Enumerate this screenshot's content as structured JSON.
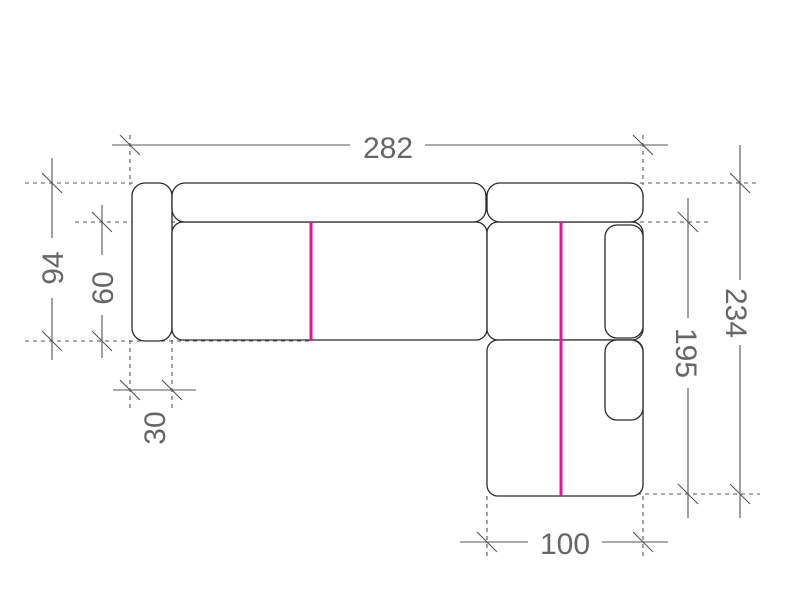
{
  "diagram": {
    "colors": {
      "outline": "#2a2a2a",
      "dimension": "#555555",
      "seam": "#e0159a",
      "text": "#666666"
    },
    "dimensions": {
      "total_width": "282",
      "total_depth": "234",
      "seat_depth": "94",
      "inner_seat_depth": "60",
      "chaise_length": "195",
      "armrest_width": "30",
      "chaise_width": "100"
    }
  }
}
